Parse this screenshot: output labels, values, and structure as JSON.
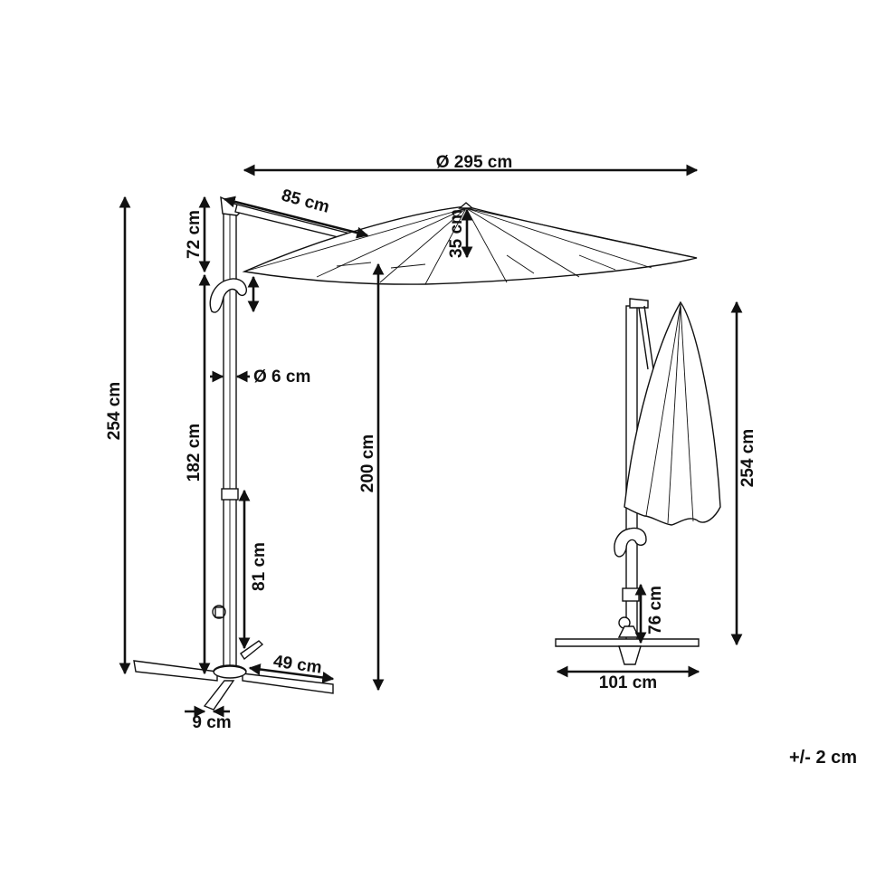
{
  "dimensions": {
    "canopy_diameter": "Ø 295 cm",
    "arm_length": "85 cm",
    "canopy_height": "35 cm",
    "top_section": "72 cm",
    "total_height": "254 cm",
    "pole_diameter": "Ø 6 cm",
    "lower_section": "182 cm",
    "clearance": "200 cm",
    "crank_height": "81 cm",
    "base_arm": "49 cm",
    "base_width": "9 cm",
    "folded_height": "254 cm",
    "folded_crank": "76 cm",
    "base_length": "101 cm"
  },
  "tolerance": "+/- 2 cm",
  "colors": {
    "line": "#111111",
    "background": "#ffffff"
  }
}
